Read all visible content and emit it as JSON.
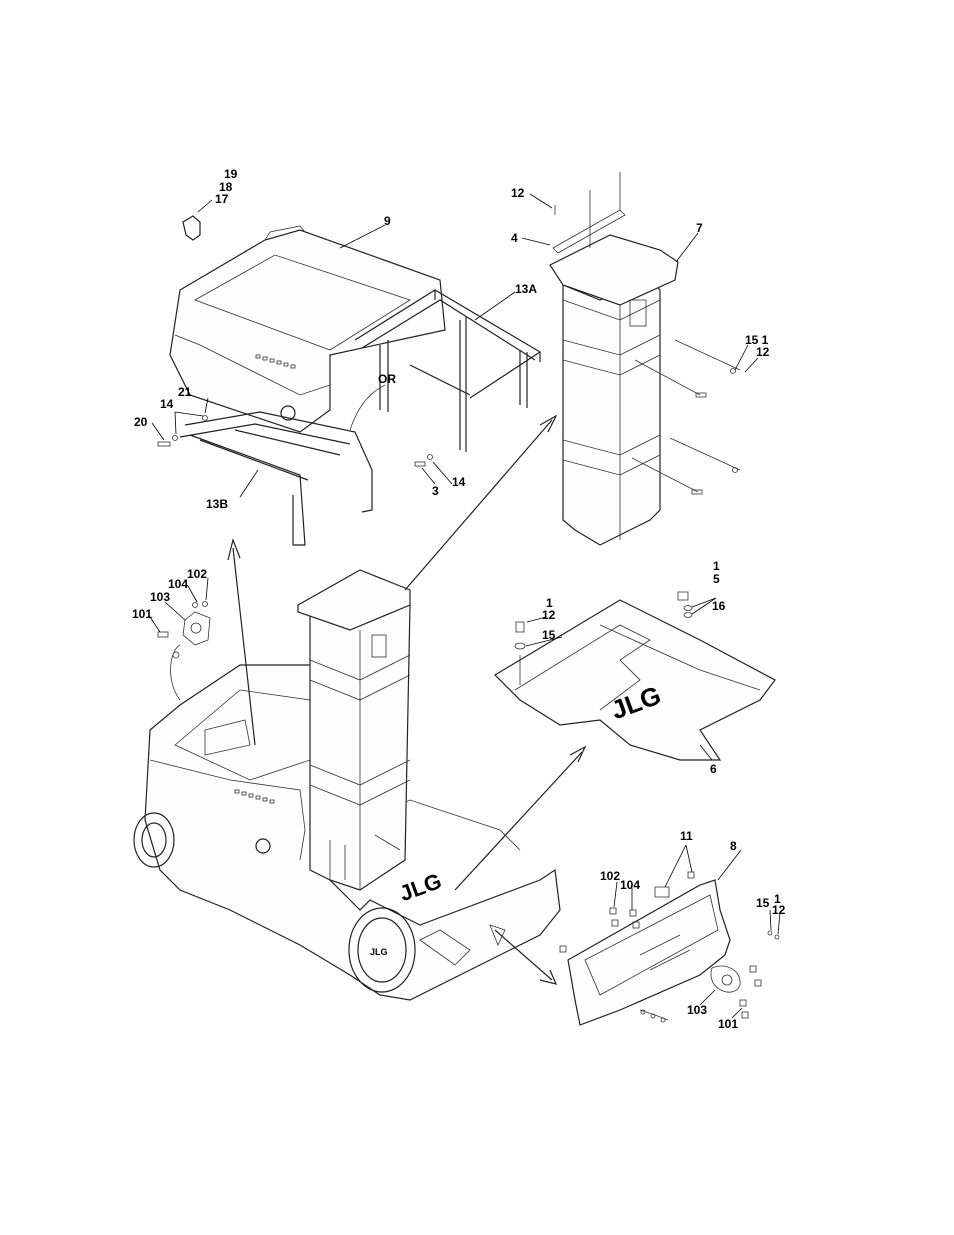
{
  "labels": {
    "l19": "19",
    "l18": "18",
    "l17": "17",
    "l9": "9",
    "l13a": "13A",
    "l13b": "13B",
    "lor": "OR",
    "l21": "21",
    "l14a": "14",
    "l20": "20",
    "l3": "3",
    "l14b": "14",
    "l12a": "12",
    "l4": "4",
    "l7": "7",
    "l15a": "15 1",
    "l12b": "12",
    "l102a": "102",
    "l104a": "104",
    "l103a": "103",
    "l101a": "101",
    "l1a": "1",
    "l5": "5",
    "l16": "16",
    "l1b": "1",
    "l12c": "12",
    "l15b": "15",
    "l6": "6",
    "l11": "11",
    "l8": "8",
    "l102b": "102",
    "l104b": "104",
    "l15c": "15",
    "l1c": "1",
    "l12d": "12",
    "l103b": "103",
    "l101b": "101"
  },
  "brand": "JLG"
}
